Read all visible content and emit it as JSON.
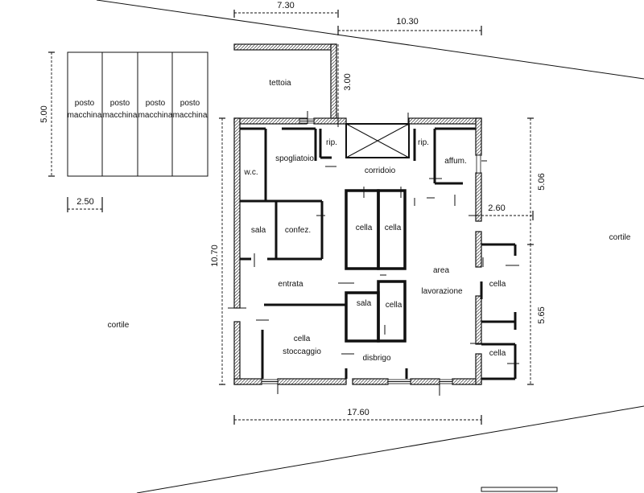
{
  "rooms": {
    "parking": [
      "posto macchina",
      "posto macchina",
      "posto macchina",
      "posto macchina"
    ],
    "tettoia": "tettoia",
    "wc": "w.c.",
    "spogliatoio": "spogliatoio",
    "rip1": "rip.",
    "rip2": "rip.",
    "corridoio": "corridoio",
    "affum": "affum.",
    "sala1": "sala",
    "confez": "confez.",
    "cella1": "cella",
    "cella2": "cella",
    "entrata": "entrata",
    "sala2": "sala",
    "cella3": "cella",
    "cella_stoccaggio_line1": "cella",
    "cella_stoccaggio_line2": "stoccaggio",
    "disbrigo": "disbrigo",
    "area_line1": "area",
    "area_line2": "lavorazione",
    "cella4": "cella",
    "cella5": "cella"
  },
  "outside": {
    "cortile_left": "cortile",
    "cortile_right": "cortile"
  },
  "dimensions": {
    "top_a": "7.30",
    "top_b": "10.30",
    "tettoia_depth": "3.00",
    "parking_height": "5.00",
    "parking_width": "2.50",
    "building_height": "10.70",
    "building_width": "17.60",
    "right_upper": "5.06",
    "right_lower": "5.65",
    "right_notch": "2.60"
  }
}
